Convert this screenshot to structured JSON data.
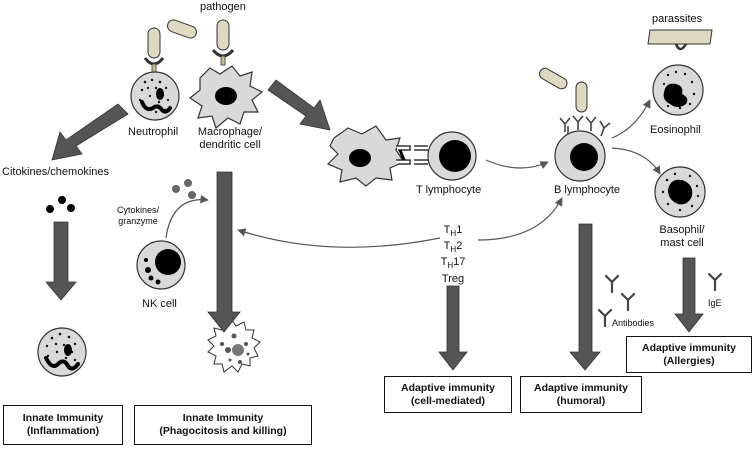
{
  "labels": {
    "pathogen": "pathogen",
    "parasites": "parassites",
    "neutrophil": "Neutrophil",
    "macrophage_line1": "Macrophage/",
    "macrophage_line2": "dendritic cell",
    "t_lymphocyte": "T lymphocyte",
    "b_lymphocyte": "B lymphocyte",
    "eosinophil": "Eosinophil",
    "basophil_line1": "Basophil/",
    "basophil_line2": "mast cell",
    "cytokines_chemokines": "Citokines/chemokines",
    "cytokines_granzyme_line1": "Cytokines/",
    "cytokines_granzyme_line2": "granzyme",
    "nk_cell": "NK cell",
    "antibodies": "Antibodies",
    "ige": "IgE"
  },
  "th_subsets": {
    "th_letter": "T",
    "h_sub": "H",
    "th1_num": "1",
    "th2_num": "2",
    "th17_num": "17",
    "treg": "Treg"
  },
  "outcomes": {
    "innate_inflammation": {
      "line1": "Innate Immunity",
      "line2": "(Inflammation)"
    },
    "innate_phagocytosis": {
      "line1": "Innate Immunity",
      "line2": "(Phagocitosis and killing)"
    },
    "adaptive_cell_mediated": {
      "line1": "Adaptive immunity",
      "line2": "(cell-mediated)"
    },
    "adaptive_humoral": {
      "line1": "Adaptive immunity",
      "line2": "(humoral)"
    },
    "adaptive_allergies": {
      "line1": "Adaptive immunity",
      "line2": "(Allergies)"
    }
  },
  "colors": {
    "arrow_fill": "#555555",
    "cell_fill": "#d9d9d9",
    "nucleus": "#000000",
    "pathogen": "#ddd9c3",
    "receptor": "#c4bd97"
  }
}
